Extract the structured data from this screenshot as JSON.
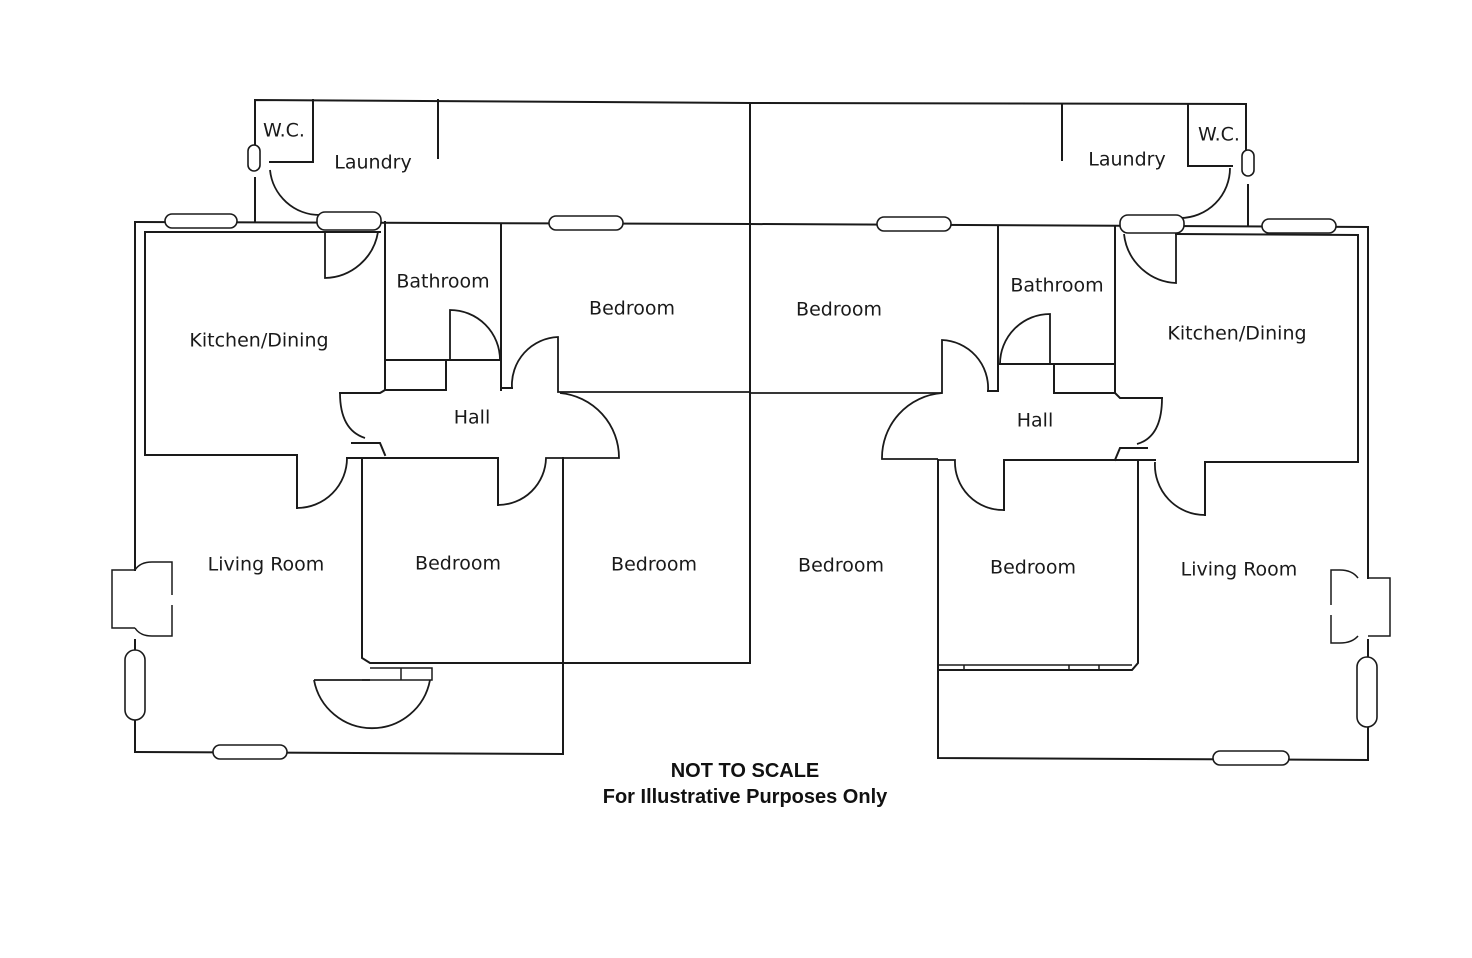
{
  "plan": {
    "title": "Duplex floor plan",
    "units": [
      {
        "side": "left",
        "rooms": {
          "wc": "W.C.",
          "laundry": "Laundry",
          "bathroom": "Bathroom",
          "kitchen": "Kitchen/Dining",
          "hall": "Hall",
          "bedroom_top": "Bedroom",
          "bedroom_mid": "Bedroom",
          "bedroom_inner": "Bedroom",
          "living": "Living Room"
        }
      },
      {
        "side": "right",
        "rooms": {
          "wc": "W.C.",
          "laundry": "Laundry",
          "bathroom": "Bathroom",
          "kitchen": "Kitchen/Dining",
          "hall": "Hall",
          "bedroom_top": "Bedroom",
          "bedroom_mid": "Bedroom",
          "bedroom_inner": "Bedroom",
          "living": "Living Room"
        }
      }
    ]
  },
  "notes": {
    "line1": "NOT TO SCALE",
    "line2": "For Illustrative Purposes Only"
  }
}
